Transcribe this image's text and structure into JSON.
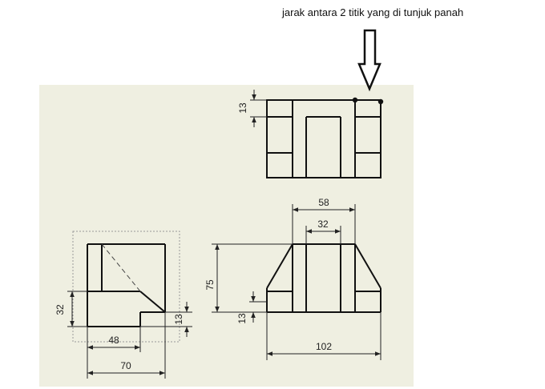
{
  "annotation": {
    "question": "jarak antara 2 titik yang di tunjuk panah"
  },
  "dimensions": {
    "top_view_13": "13",
    "front_58": "58",
    "front_32": "32",
    "front_75": "75",
    "front_13": "13",
    "front_102": "102",
    "side_32": "32",
    "side_13": "13",
    "side_48": "48",
    "side_70": "70"
  }
}
